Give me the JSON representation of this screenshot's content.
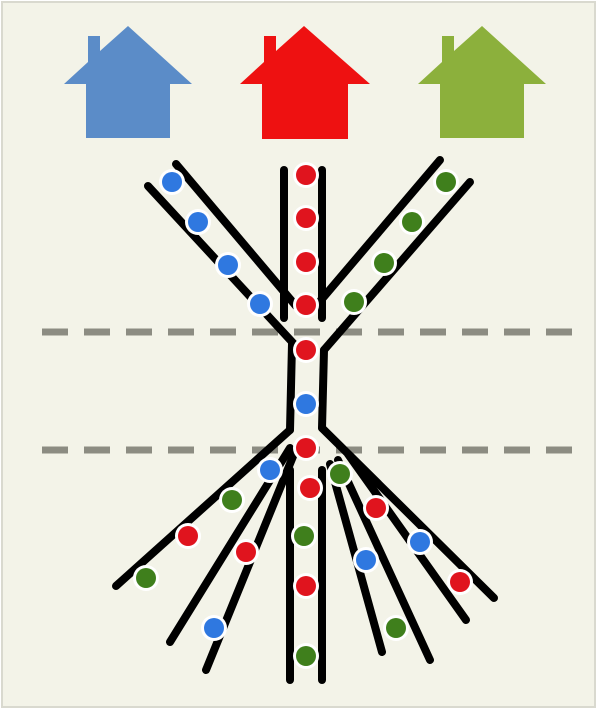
{
  "diagram": {
    "background_color": "#f3f3e8",
    "border_color": "#d9d9cf",
    "line_color": "#000000",
    "divider_color": "#8c8c82",
    "colors": {
      "blue": "#2f78e0",
      "red": "#e0141e",
      "green": "#3f7f1c"
    },
    "houses": [
      {
        "name": "blue-house",
        "color": "#5b8cc8"
      },
      {
        "name": "red-house",
        "color": "#ee1111"
      },
      {
        "name": "green-house",
        "color": "#8cb03c"
      }
    ],
    "lanes": [
      {
        "name": "upper-left-lane",
        "balls": [
          "blue",
          "blue",
          "blue",
          "blue"
        ]
      },
      {
        "name": "upper-center-lane",
        "balls": [
          "red",
          "red",
          "red",
          "red"
        ]
      },
      {
        "name": "upper-right-lane",
        "balls": [
          "green",
          "green",
          "green",
          "green"
        ]
      },
      {
        "name": "bottleneck-lane",
        "balls": [
          "red",
          "blue"
        ]
      },
      {
        "name": "lower-fan-lanes",
        "balls": [
          "red",
          "blue",
          "green",
          "red",
          "green",
          "red",
          "red",
          "green",
          "blue",
          "red",
          "blue",
          "green",
          "red",
          "red",
          "green",
          "blue"
        ]
      }
    ]
  }
}
